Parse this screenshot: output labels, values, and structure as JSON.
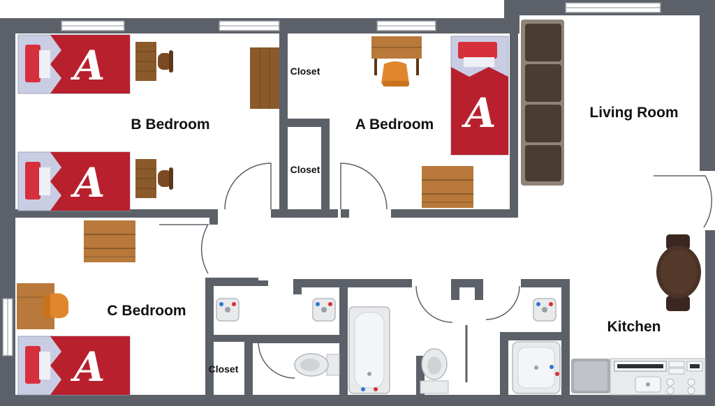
{
  "rooms": {
    "b_bedroom": "B Bedroom",
    "a_bedroom": "A Bedroom",
    "c_bedroom": "C Bedroom",
    "living_room": "Living Room",
    "kitchen": "Kitchen",
    "closet_a_top": "Closet",
    "closet_a_bottom": "Closet",
    "closet_c": "Closet"
  },
  "logo": {
    "text": "A"
  },
  "colors": {
    "wall": "#5c6068",
    "bedspread": "#b8202e",
    "sheet": "#c9cde4",
    "pillow": "#d6303c",
    "wood": "#8a5a2b",
    "wood_light": "#b8793a",
    "chair": "#e0872d",
    "sofa": "#5a4a3c",
    "table": "#4a3227",
    "fixture": "#e8eaec"
  }
}
